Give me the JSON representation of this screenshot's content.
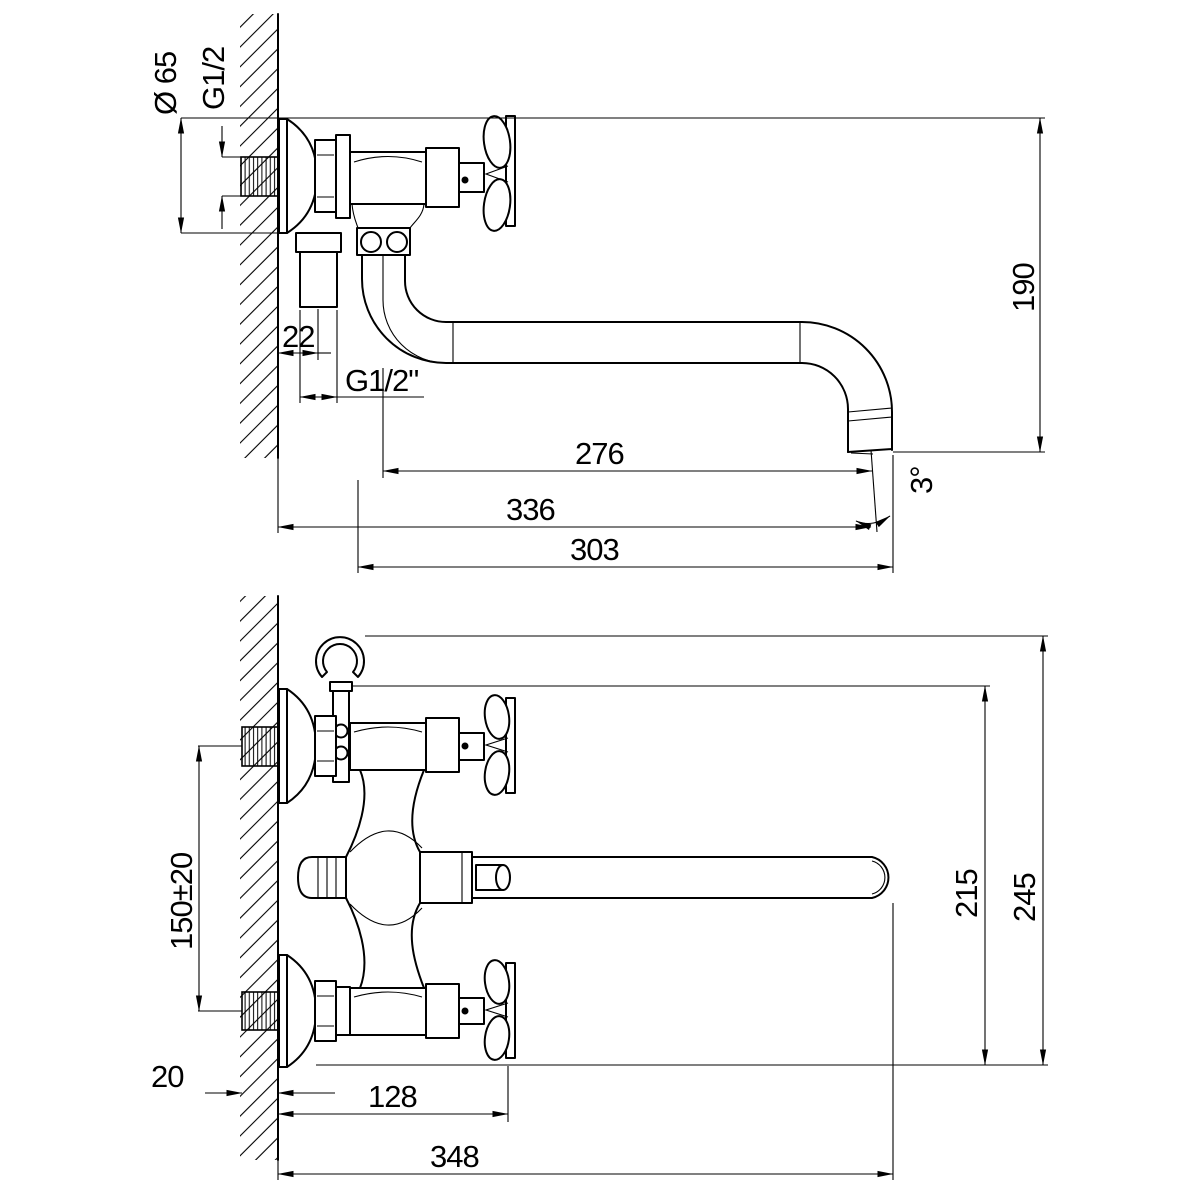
{
  "drawing": {
    "type": "technical-dimension-drawing",
    "subject": "wall-mounted bath mixer faucet, two orthographic views",
    "line_color": "#000000",
    "background_color": "#ffffff",
    "side_view": {
      "dimensions": {
        "escutcheon_diameter": "Ø 65",
        "inlet_thread": "G1/2",
        "wall_to_shower_outlet": "22",
        "shower_outlet_thread": "G1/2\"",
        "spout_reach": "276",
        "overall_reach": "336",
        "spout_projection": "303",
        "height_to_outlet": "190",
        "outlet_angle": "3°"
      }
    },
    "plan_view": {
      "dimensions": {
        "inlet_spacing": "150±20",
        "wall_thickness": "20",
        "wall_to_handle": "128",
        "overall_length": "348",
        "spout_end_offset": "215",
        "overall_offset": "245"
      }
    }
  }
}
